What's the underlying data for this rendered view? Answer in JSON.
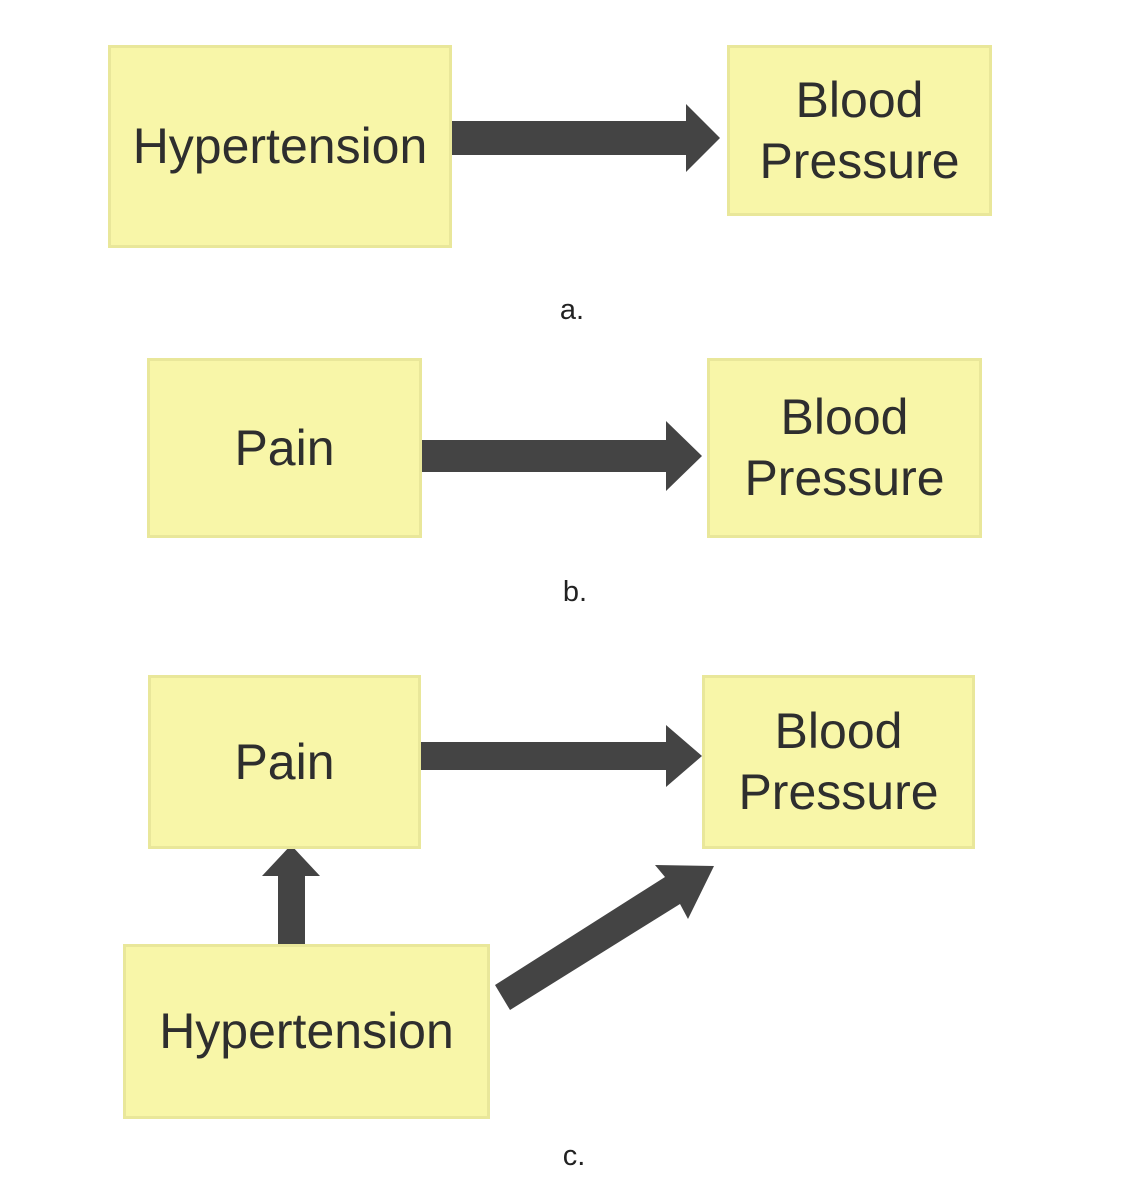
{
  "panels": [
    {
      "caption": "a.",
      "nodes": {
        "hypertension": "Hypertension",
        "blood_pressure_line1": "Blood",
        "blood_pressure_line2": "Pressure"
      },
      "edges": [
        {
          "from": "Hypertension",
          "to": "Blood Pressure"
        }
      ]
    },
    {
      "caption": "b.",
      "nodes": {
        "pain": "Pain",
        "blood_pressure_line1": "Blood",
        "blood_pressure_line2": "Pressure"
      },
      "edges": [
        {
          "from": "Pain",
          "to": "Blood Pressure"
        }
      ]
    },
    {
      "caption": "c.",
      "nodes": {
        "pain": "Pain",
        "blood_pressure_line1": "Blood",
        "blood_pressure_line2": "Pressure",
        "hypertension": "Hypertension"
      },
      "edges": [
        {
          "from": "Pain",
          "to": "Blood Pressure"
        },
        {
          "from": "Hypertension",
          "to": "Pain"
        },
        {
          "from": "Hypertension",
          "to": "Blood Pressure"
        }
      ]
    }
  ],
  "colors": {
    "box_fill": "#f8f6a8",
    "box_border": "#e9e79a",
    "arrow": "#444444",
    "text": "#2e2e2e"
  }
}
